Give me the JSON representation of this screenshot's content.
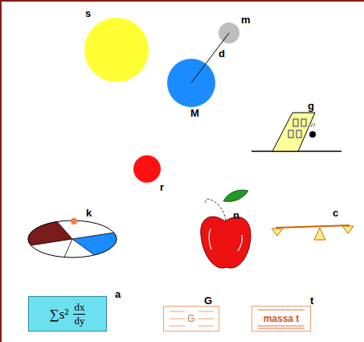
{
  "diagram": {
    "nodes": [
      {
        "text": [
          "a",
          "∑s²",
          "dx",
          "dy"
        ]
      },
      {
        "text": [
          "G",
          "G"
        ]
      },
      {
        "text": [
          "t",
          "massa t"
        ]
      }
    ],
    "labels": [
      "s",
      "m",
      "d",
      "M",
      "g",
      "r",
      "k",
      "n",
      "c"
    ]
  }
}
